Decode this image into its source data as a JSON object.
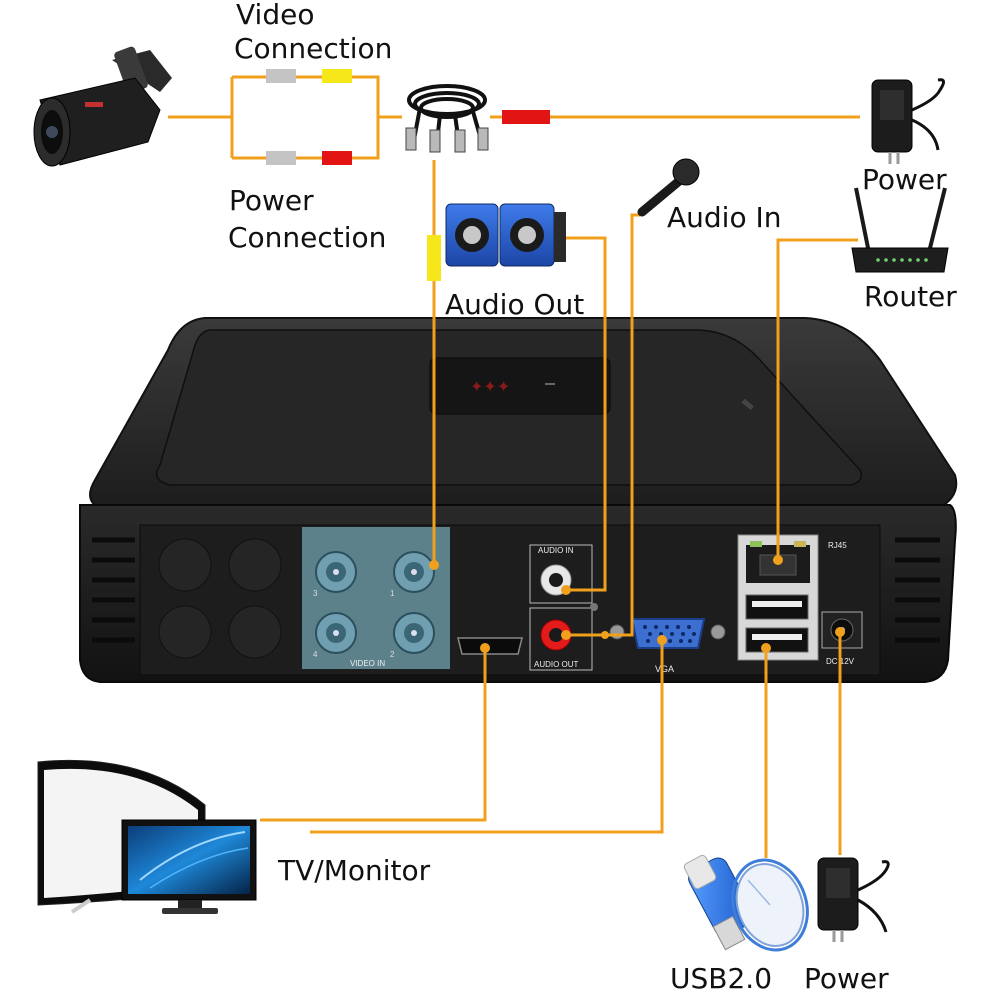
{
  "labels": {
    "video_connection_1": "Video",
    "video_connection_2": "Connection",
    "power_connection_1": "Power",
    "power_connection_2": "Connection",
    "power_top": "Power",
    "audio_in": "Audio In",
    "router": "Router",
    "audio_out": "Audio Out",
    "tv_monitor": "TV/Monitor",
    "usb": "USB2.0",
    "power_bottom": "Power"
  },
  "port_labels": {
    "audio_in": "AUDIO  IN",
    "audio_out": "AUDIO  OUT",
    "video_in": "VIDEO  IN",
    "vga": "VGA",
    "rj45": "RJ45",
    "dc": "DC 12V",
    "ch1": "1",
    "ch2": "2",
    "ch3": "3",
    "ch4": "4"
  },
  "colors": {
    "wire": "#f0a01c",
    "plug_video": "#f5e71a",
    "plug_power": "#e21414",
    "plug_gray": "#c4c4c4",
    "dvr_body": "#1e1e1e",
    "bnc_highlight": "#8fd3e6",
    "speaker_blue": "#2a5fc9"
  },
  "icons": {
    "camera": "cctv-camera-icon",
    "cable": "siamese-cable-icon",
    "adapter": "power-adapter-icon",
    "microphone": "microphone-icon",
    "speaker": "speaker-icon",
    "router": "router-icon",
    "monitor": "monitor-icon",
    "usb_drive": "usb-drive-icon",
    "mouse": "mouse-icon"
  }
}
